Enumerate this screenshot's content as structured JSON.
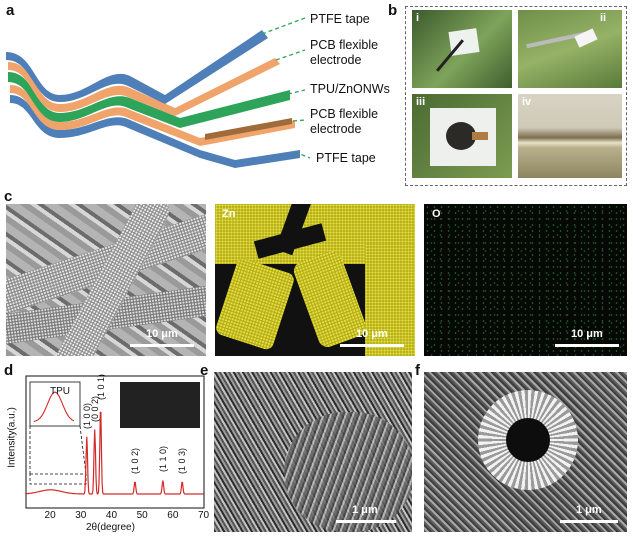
{
  "panels": {
    "a": {
      "label": "a",
      "layers": [
        "PTFE tape",
        "PCB flexible electrode",
        "TPU/ZnONWs",
        "PCB flexible electrode",
        "PTFE tape"
      ]
    },
    "b": {
      "label": "b",
      "subpanels": [
        "i",
        "ii",
        "iii",
        "iv"
      ]
    },
    "c": {
      "label": "c",
      "maps": [
        "Zn",
        "O"
      ],
      "scale": [
        "10 μm",
        "10 μm",
        "10 μm"
      ]
    },
    "d": {
      "label": "d",
      "inset_label": "TPU",
      "ylabel": "Intensity(a.u.)",
      "xlabel": "2θ(degree)",
      "xticks": [
        "20",
        "30",
        "40",
        "50",
        "60",
        "70"
      ],
      "peaks": [
        "(1 0 0)",
        "(0 0 2)",
        "(1 0 1)",
        "(1 0 2)",
        "(1 1 0)",
        "(1 0 3)"
      ]
    },
    "e": {
      "label": "e",
      "scale": "1 μm"
    },
    "f": {
      "label": "f",
      "scale": "1 μm"
    }
  },
  "chart_data": {
    "type": "line",
    "xlabel": "2θ(degree)",
    "ylabel": "Intensity(a.u.)",
    "xlim": [
      12,
      70
    ],
    "peaks_x": [
      31.8,
      34.4,
      36.3,
      47.5,
      56.6,
      62.9
    ],
    "peak_heights": [
      0.55,
      0.62,
      0.85,
      0.12,
      0.13,
      0.12
    ]
  }
}
